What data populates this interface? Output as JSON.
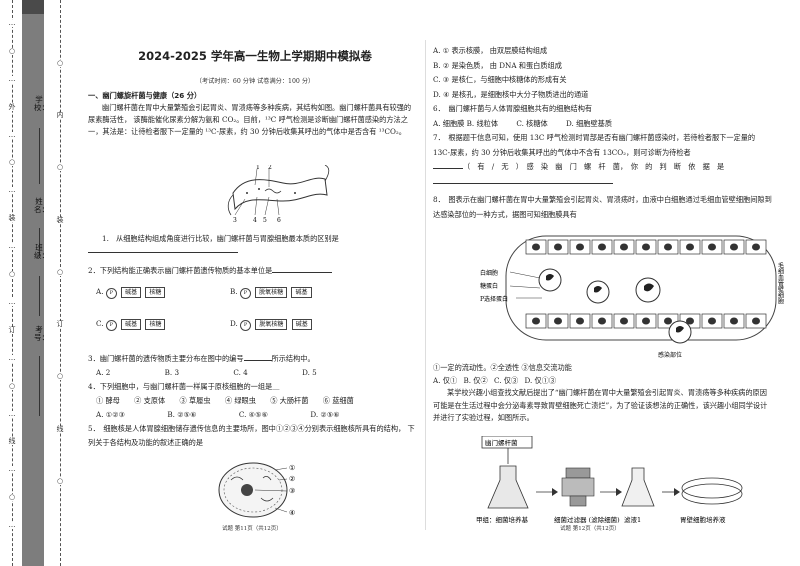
{
  "binding": {
    "outer_marks": [
      "…",
      "○",
      "…",
      "外",
      "…",
      "○",
      "…",
      "装",
      "…",
      "○",
      "…",
      "订",
      "…",
      "○",
      "…",
      "线",
      "…",
      "○",
      "…"
    ],
    "inner_marks": [
      "○",
      "内",
      "○",
      "装",
      "○",
      "订",
      "○",
      "线",
      "○"
    ],
    "fields": [
      {
        "label": "学校：",
        "id": "school"
      },
      {
        "label": "姓名：",
        "id": "name"
      },
      {
        "label": "班级：",
        "id": "class"
      },
      {
        "label": "考号：",
        "id": "number"
      }
    ]
  },
  "header": {
    "title": "2024-2025 学年高一生物上学期期中模拟卷",
    "subtitle": "（考试时间：60 分钟    试卷满分：100 分）"
  },
  "left": {
    "section1": "一、幽门螺旋杆菌与健康（26 分）",
    "intro": "幽门螺杆菌在胃中大量繁殖会引起胃炎、胃溃疡等多种疾病，其结构如图。幽门螺杆菌具有较强的尿素酶活性， 该酶能催化尿素分解为氨和 CO₂。目前，¹³C 呼气检测是诊断幽门螺杆菌感染的方法之一，其法是：让待检者服下一定量的 ¹³C-尿素，约 30 分钟后收集其呼出的气体中是否含有 ¹³CO₂。",
    "fig_labels": [
      "1",
      "2",
      "3",
      "4",
      "5",
      "6"
    ],
    "q1": "1.　从细胞结构组成角度进行比较，幽门螺杆菌与胃腺细胞最本质的区别是",
    "q2": "2．下列结构能正确表示幽门螺杆菌遗传物质的基本单位是",
    "q2_opts": [
      {
        "letter": "A.",
        "p": "P",
        "sugar": "核糖",
        "base": "碱基"
      },
      {
        "letter": "B.",
        "p": "P",
        "sugar": "脱氧核糖",
        "base": "碱基"
      },
      {
        "letter": "C.",
        "p": "P",
        "sugar": "核糖",
        "base": "碱基"
      },
      {
        "letter": "D.",
        "p": "P",
        "sugar": "脱氧核糖",
        "base": "碱基"
      }
    ],
    "q3": "3．幽门螺杆菌的遗传物质主要分布在图中的编号",
    "q3_tail": "所示结构中。",
    "q3_opts": [
      "A. 2",
      "B. 3",
      "C. 4",
      "D. 5"
    ],
    "q4": "4．下列细胞中，与幽门螺杆菌一样属于原核细胞的一组是＿",
    "q4_items": [
      "① 酵母",
      "② 支原体",
      "③ 草履虫",
      "④ 绿眼虫",
      "⑤ 大肠杆菌",
      "⑥ 蓝细菌"
    ],
    "q4_opts": [
      "A. ①②③",
      "B. ②⑤⑥",
      "C. ④⑤⑥",
      "D. ②⑤⑥"
    ],
    "q5": "5．　细胞核是人体胃腺细胞储存遗传信息的主要场所，图中①②③④分别表示细胞核所具有的结构， 下列关于各结构及功能的叙述正确的是",
    "nucleus_labels": [
      "①",
      "②",
      "③",
      "④"
    ],
    "footer": "试题  第11页（共12页）"
  },
  "right": {
    "q5_opts": [
      "A. ① 表示核膜， 由双层膜结构组成",
      "B. ② 是染色质， 由 DNA 和蛋白质组成",
      "C. ③ 是核仁，与细胞中核糖体的形成有关",
      "D. ④ 是核孔，是细胞核中大分子物质进出的通道"
    ],
    "q6": "6．　幽门螺杆菌与人体胃腺细胞共有的细胞结构有",
    "q6_opts": [
      "A. 细胞膜 B. 线粒体",
      "C. 核糖体",
      "D. 细胞壁基质"
    ],
    "q7": "7．　根据题干信息可知，使用 13C 呼气检测时胃部是否有幽门螺杆菌感染时，若待检者服下一定量的 13C-尿素，约 30 分钟后收集其呼出的气体中不含有 13CO₂，则可诊断为待检者",
    "q7_tail": "（　有　/　无　）　感　染　幽　门　螺　杆　菌，　你　的　判　断　依　据　是",
    "q8": "8．　图表示在幽门螺杆菌在胃中大量繁殖会引起胃炎、胃溃疡时，血液中白细胞通过毛细血管壁细胞间隙到达感染部位的一种方式，据图可知细胞膜具有",
    "fig8_labels": [
      "白细胞",
      "糖蛋白",
      "P选择蛋白",
      "感染部位",
      "毛细血管壁细胞"
    ],
    "fig8_items": "①一定的流动性。②全透性 ③信息交流功能",
    "q8_opts": [
      "A. 仅①",
      "B. 仅②",
      "C. 仅③",
      "D. 仅①③"
    ],
    "intro2": "某学校兴趣小组查找文献后提出了“幽门螺杆菌在胃中大量繁殖会引起胃炎、胃溃疡等多种疾病的原因可能是在生活过程中会分泌毒素导致胃壁细胞死亡溃烂”，为了验证该想法的正确性，该兴趣小组同学设计并进行了实验过程，如图所示。",
    "exp_labels": [
      "幽门螺杆菌",
      "甲组：细菌培养基",
      "细菌过滤器\n(滤除细菌)",
      "滤液1",
      "胃壁细胞培养液"
    ],
    "footer": "试题  第12页（共12页）"
  }
}
